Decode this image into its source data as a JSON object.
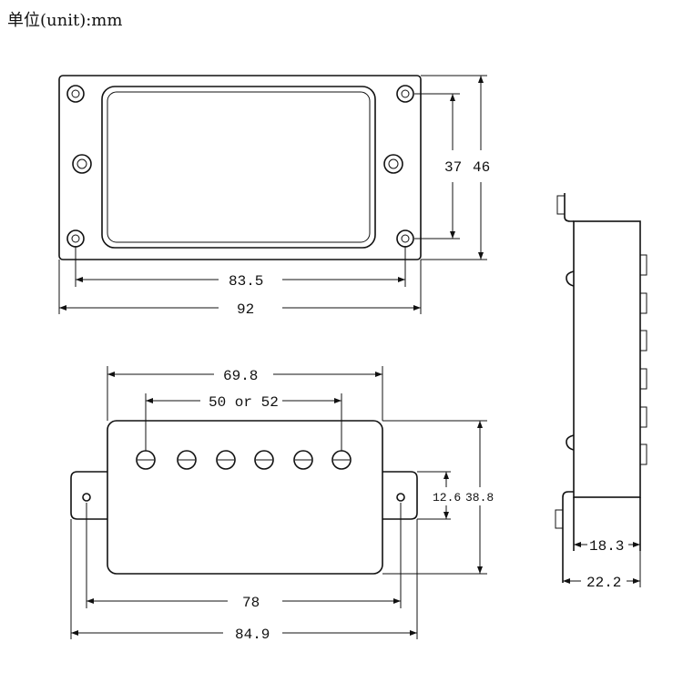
{
  "unit_label": "单位(unit):mm",
  "top_view": {
    "width_holes": "83.5",
    "width_total": "92",
    "height_holes": "37",
    "height_total": "46"
  },
  "front_view": {
    "cover_width": "69.8",
    "pole_spacing": "50 or 52",
    "tab_height": "12.6",
    "height": "38.8",
    "hole_spacing": "78",
    "total_width": "84.9"
  },
  "side_view": {
    "depth_body": "18.3",
    "depth_total": "22.2"
  }
}
